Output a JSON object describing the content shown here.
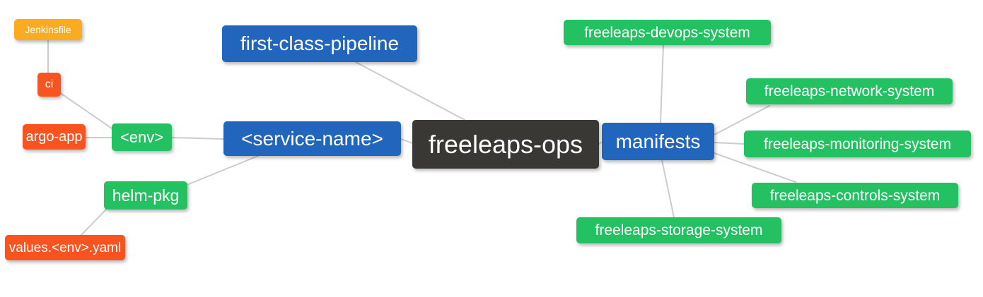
{
  "diagram": {
    "title": "freeleaps-ops mind map",
    "background": "#ffffff",
    "edge_color": "#cccccc"
  },
  "colors": {
    "blue": "#2265bd",
    "green": "#23c162",
    "red": "#f95420",
    "orange": "#fbab20",
    "dark": "#3a3835"
  },
  "nodes": [
    {
      "id": "jenkinsfile",
      "label": "Jenkinsfile",
      "color": "orange"
    },
    {
      "id": "ci",
      "label": "ci",
      "color": "red"
    },
    {
      "id": "argo-app",
      "label": "argo-app",
      "color": "red"
    },
    {
      "id": "env",
      "label": "<env>",
      "color": "green"
    },
    {
      "id": "helm-pkg",
      "label": "helm-pkg",
      "color": "green"
    },
    {
      "id": "values-env-yaml",
      "label": "values.<env>.yaml",
      "color": "red"
    },
    {
      "id": "first-class-pipeline",
      "label": "first-class-pipeline",
      "color": "blue"
    },
    {
      "id": "service-name",
      "label": "<service-name>",
      "color": "blue"
    },
    {
      "id": "freeleaps-ops",
      "label": "freeleaps-ops",
      "color": "dark"
    },
    {
      "id": "manifests",
      "label": "manifests",
      "color": "blue"
    },
    {
      "id": "freeleaps-devops-system",
      "label": "freeleaps-devops-system",
      "color": "green"
    },
    {
      "id": "freeleaps-network-system",
      "label": "freeleaps-network-system",
      "color": "green"
    },
    {
      "id": "freeleaps-monitoring-system",
      "label": "freeleaps-monitoring-system",
      "color": "green"
    },
    {
      "id": "freeleaps-controls-system",
      "label": "freeleaps-controls-system",
      "color": "green"
    },
    {
      "id": "freeleaps-storage-system",
      "label": "freeleaps-storage-system",
      "color": "green"
    }
  ],
  "edges": [
    {
      "from": "jenkinsfile",
      "to": "ci"
    },
    {
      "from": "ci",
      "to": "env"
    },
    {
      "from": "argo-app",
      "to": "env"
    },
    {
      "from": "env",
      "to": "service-name"
    },
    {
      "from": "service-name",
      "to": "helm-pkg"
    },
    {
      "from": "helm-pkg",
      "to": "values-env-yaml"
    },
    {
      "from": "service-name",
      "to": "freeleaps-ops"
    },
    {
      "from": "first-class-pipeline",
      "to": "freeleaps-ops"
    },
    {
      "from": "freeleaps-ops",
      "to": "manifests"
    },
    {
      "from": "manifests",
      "to": "freeleaps-devops-system"
    },
    {
      "from": "manifests",
      "to": "freeleaps-network-system"
    },
    {
      "from": "manifests",
      "to": "freeleaps-monitoring-system"
    },
    {
      "from": "manifests",
      "to": "freeleaps-controls-system"
    },
    {
      "from": "manifests",
      "to": "freeleaps-storage-system"
    }
  ]
}
